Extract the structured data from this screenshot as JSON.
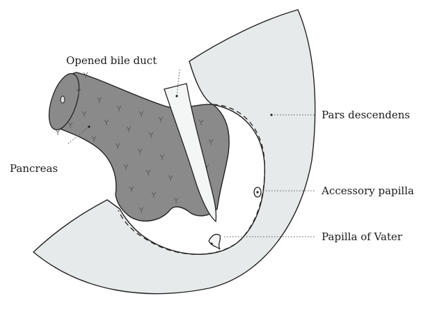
{
  "labels": {
    "bile_duct": "Opened bile duct",
    "pancreas": "Pancreas",
    "pars_descendens": "Pars descendens",
    "accessory_papilla": "Accessory papilla",
    "papilla_of_vater": "Papilla of Vater"
  },
  "colors": {
    "duodenum_fill": "#e7eaea",
    "pancreas_fill": "#8a8a8a",
    "duct_fill": "#f4f5f5",
    "outline": "#222222",
    "leader": "#555555"
  }
}
